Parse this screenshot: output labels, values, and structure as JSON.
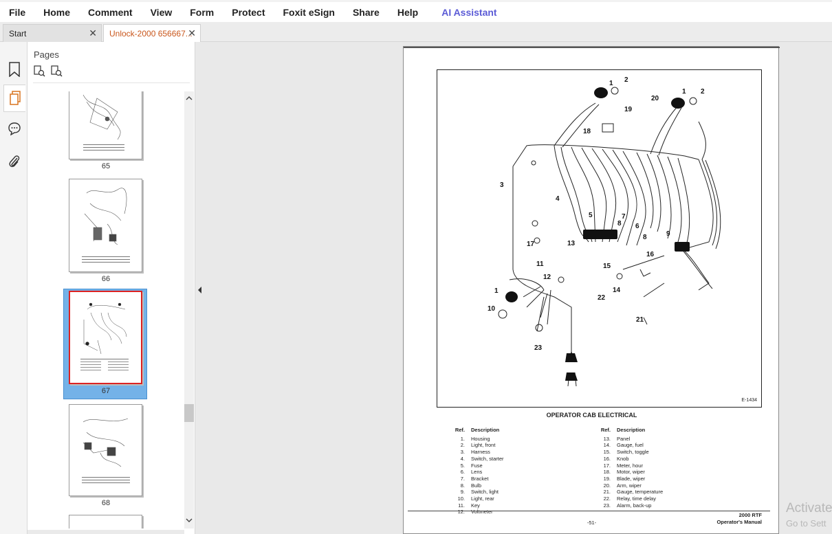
{
  "menu": {
    "items": [
      "File",
      "Home",
      "Comment",
      "View",
      "Form",
      "Protect",
      "Foxit eSign",
      "Share",
      "Help"
    ],
    "ai_label": "AI Assistant",
    "ai_color": "#5b5bd6"
  },
  "tabs": {
    "start": "Start",
    "document": "Unlock-2000 656667...",
    "close_glyph": "✕"
  },
  "rail": {
    "icons": [
      "bookmark-icon",
      "pages-icon",
      "comment-icon",
      "attachment-icon"
    ]
  },
  "pages_panel": {
    "title": "Pages",
    "thumbnails": [
      "65",
      "66",
      "67",
      "68"
    ],
    "selected": "67",
    "selection_color": "#74b2e8"
  },
  "document": {
    "figure_code": "E-1434",
    "caption": "OPERATOR CAB ELECTRICAL",
    "col_ref_header": "Ref.",
    "col_desc_header": "Description",
    "parts_left": [
      {
        "ref": "1.",
        "desc": "Housing"
      },
      {
        "ref": "2.",
        "desc": "Light, front"
      },
      {
        "ref": "3.",
        "desc": "Harness"
      },
      {
        "ref": "4.",
        "desc": "Switch, starter"
      },
      {
        "ref": "5.",
        "desc": "Fuse"
      },
      {
        "ref": "6.",
        "desc": "Lens"
      },
      {
        "ref": "7.",
        "desc": "Bracket"
      },
      {
        "ref": "8.",
        "desc": "Bulb"
      },
      {
        "ref": "9.",
        "desc": "Switch, light"
      },
      {
        "ref": "10.",
        "desc": "Light, rear"
      },
      {
        "ref": "11.",
        "desc": "Key"
      },
      {
        "ref": "12.",
        "desc": "Voltmeter"
      }
    ],
    "parts_right": [
      {
        "ref": "13.",
        "desc": "Panel"
      },
      {
        "ref": "14.",
        "desc": "Gauge, fuel"
      },
      {
        "ref": "15.",
        "desc": "Switch, toggle"
      },
      {
        "ref": "16.",
        "desc": "Knob"
      },
      {
        "ref": "17.",
        "desc": "Meter, hour"
      },
      {
        "ref": "18.",
        "desc": "Motor, wiper"
      },
      {
        "ref": "19.",
        "desc": "Blade, wiper"
      },
      {
        "ref": "20.",
        "desc": "Arm, wiper"
      },
      {
        "ref": "21.",
        "desc": "Gauge, temperature"
      },
      {
        "ref": "22.",
        "desc": "Relay, time delay"
      },
      {
        "ref": "23.",
        "desc": "Alarm, back-up"
      }
    ],
    "footer_model": "2000 RTF",
    "footer_manual": "Operator's Manual",
    "footer_page": "-51-",
    "callouts": [
      "1",
      "2",
      "20",
      "19",
      "1",
      "2",
      "18",
      "3",
      "4",
      "5",
      "8",
      "6",
      "7",
      "9",
      "8",
      "17",
      "13",
      "11",
      "15",
      "16",
      "12",
      "22",
      "14",
      "1",
      "10",
      "21",
      "23"
    ]
  },
  "watermark": {
    "line1": "Activate",
    "line2": "Go to Sett"
  }
}
